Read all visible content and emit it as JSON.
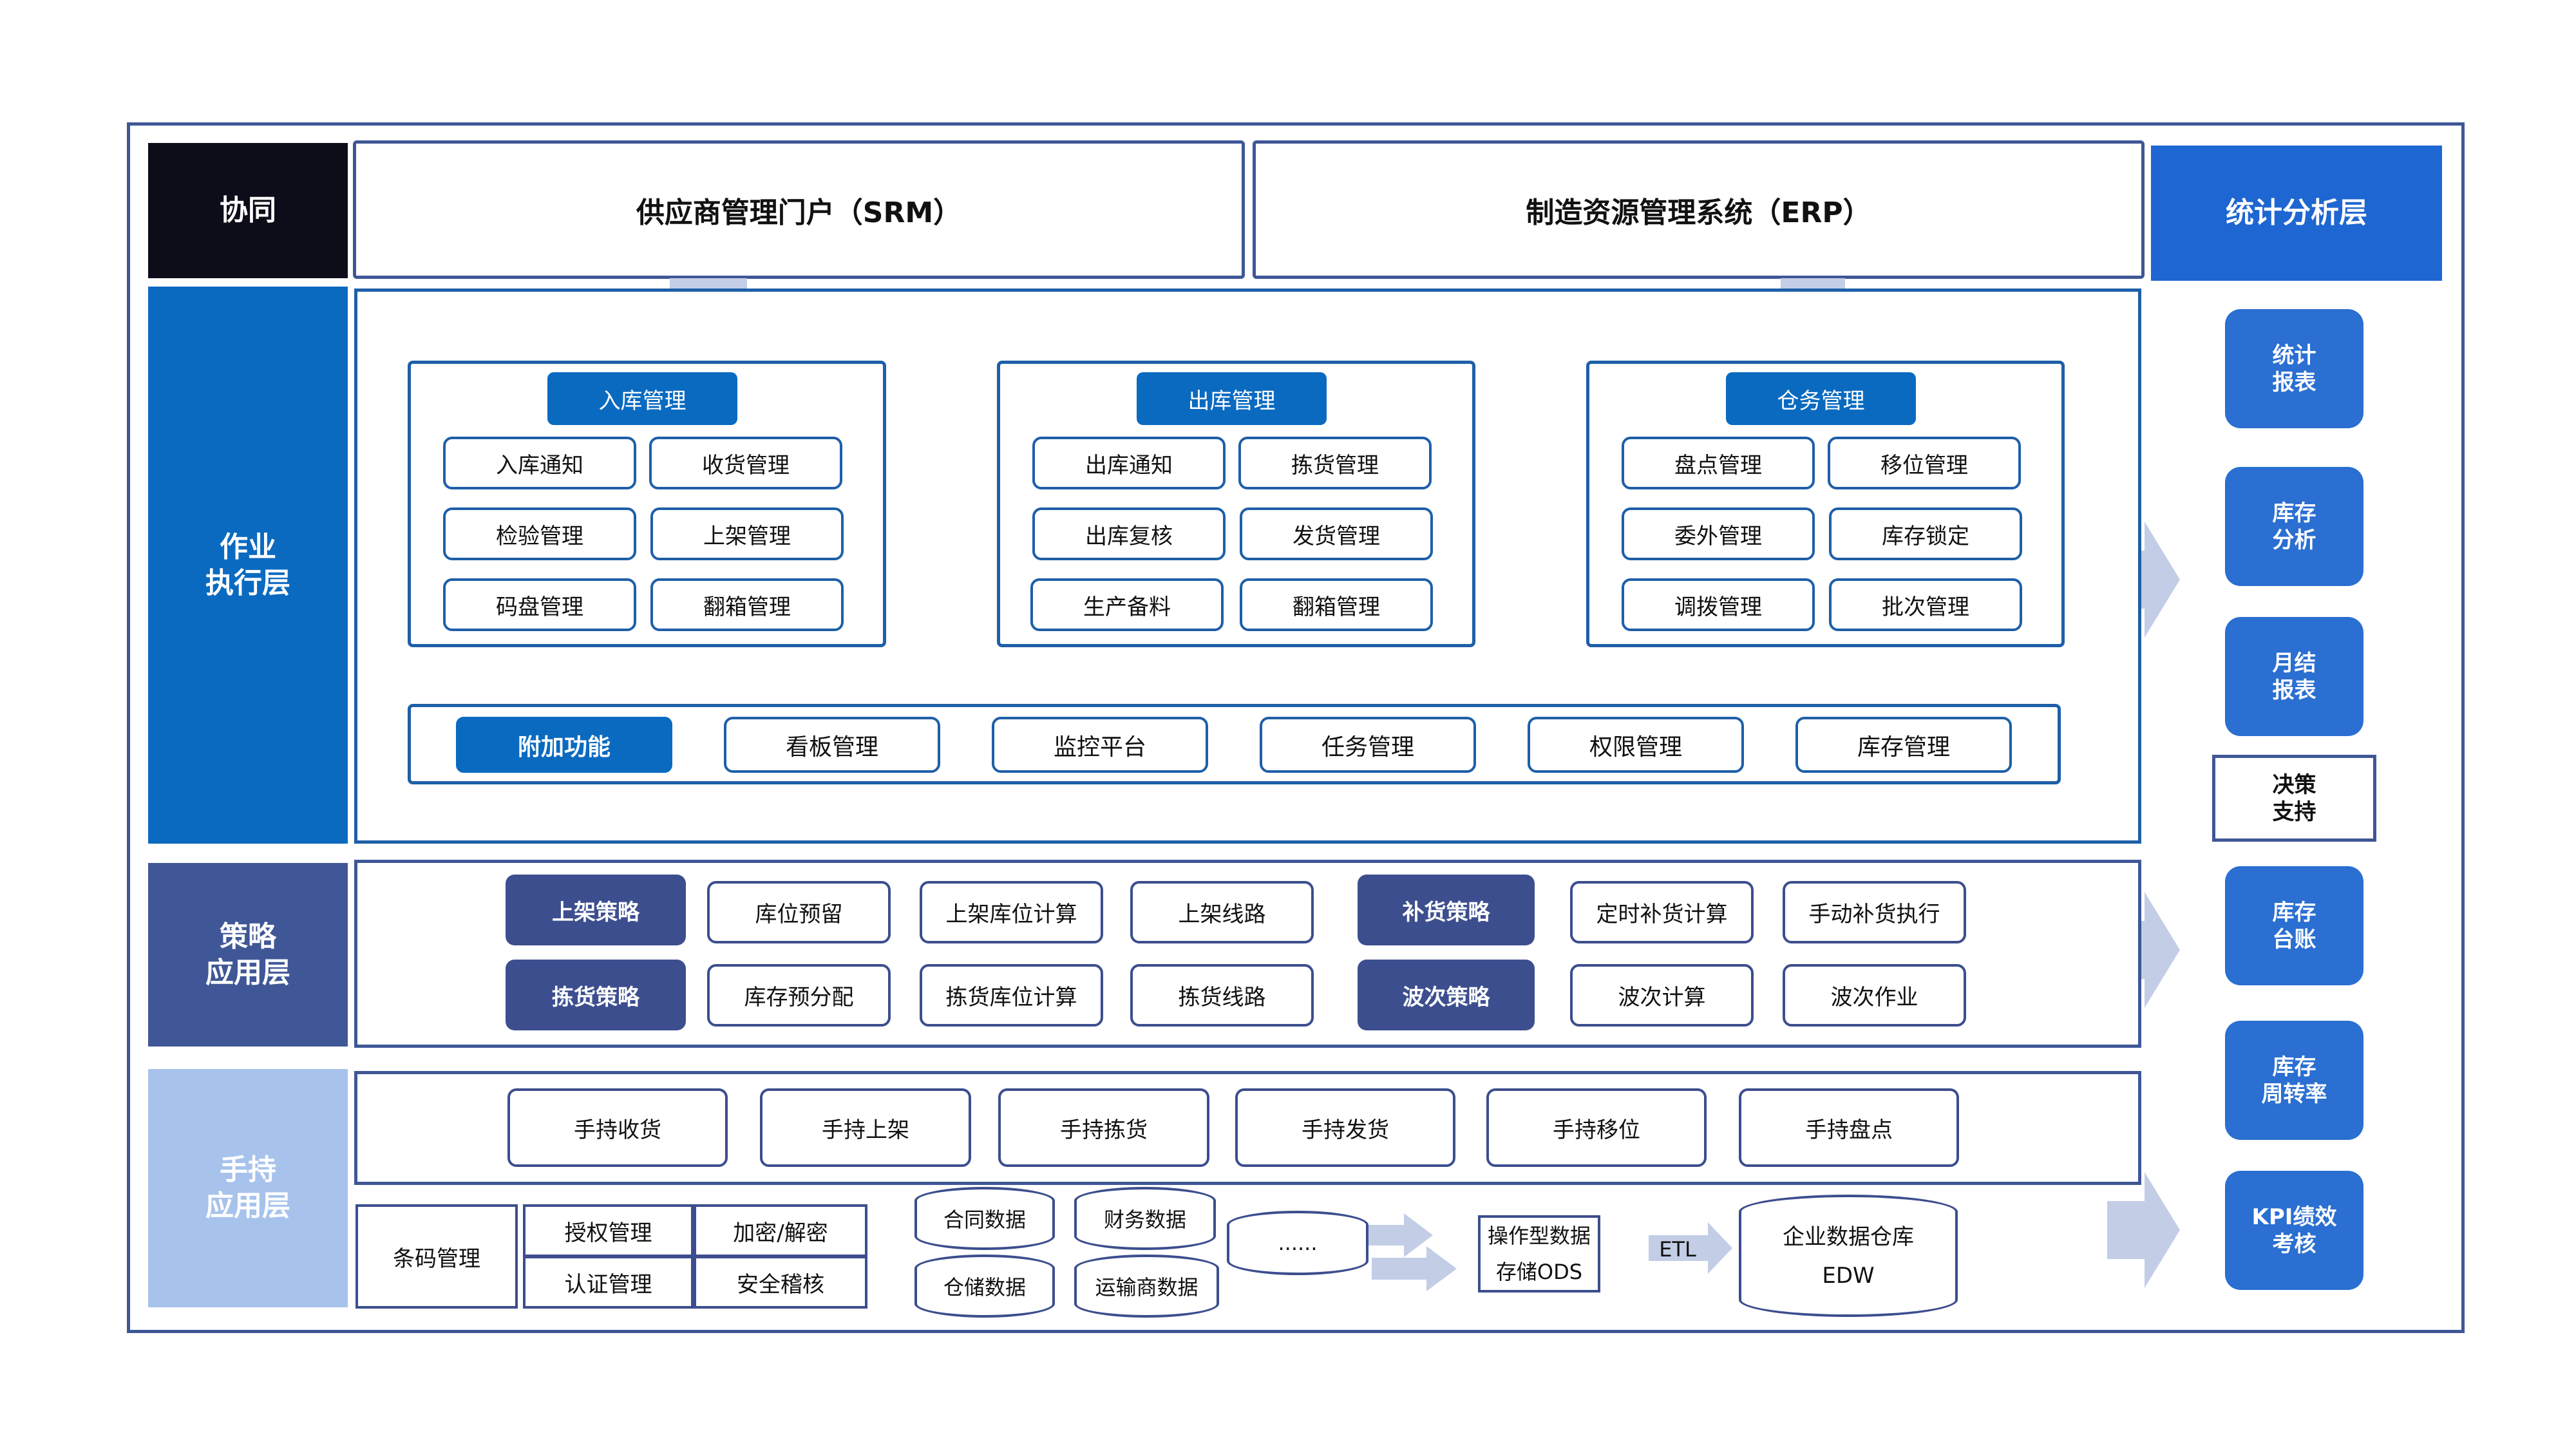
{
  "layers": {
    "collab": "协同",
    "exec": "作业\n执行层",
    "strategy": "策略\n应用层",
    "handheld": "手持\n应用层",
    "stats": "统计分析层"
  },
  "top": {
    "srm": "供应商管理门户（SRM）",
    "erp": "制造资源管理系统（ERP）"
  },
  "modules": [
    {
      "title": "入库管理",
      "items": [
        "入库通知",
        "收货管理",
        "检验管理",
        "上架管理",
        "码盘管理",
        "翻箱管理"
      ]
    },
    {
      "title": "出库管理",
      "items": [
        "出库通知",
        "拣货管理",
        "出库复核",
        "发货管理",
        "生产备料",
        "翻箱管理"
      ]
    },
    {
      "title": "仓务管理",
      "items": [
        "盘点管理",
        "移位管理",
        "委外管理",
        "库存锁定",
        "调拨管理",
        "批次管理"
      ]
    }
  ],
  "addon": {
    "title": "附加功能",
    "items": [
      "看板管理",
      "监控平台",
      "任务管理",
      "权限管理",
      "库存管理"
    ]
  },
  "strategy": {
    "putaway": {
      "title": "上架策略",
      "items": [
        "库位预留",
        "上架库位计算",
        "上架线路"
      ]
    },
    "replenish": {
      "title": "补货策略",
      "items": [
        "定时补货计算",
        "手动补货执行"
      ]
    },
    "picking": {
      "title": "拣货策略",
      "items": [
        "库存预分配",
        "拣货库位计算",
        "拣货线路"
      ]
    },
    "wave": {
      "title": "波次策略",
      "items": [
        "波次计算",
        "波次作业"
      ]
    }
  },
  "handheld": [
    "手持收货",
    "手持上架",
    "手持拣货",
    "手持发货",
    "手持移位",
    "手持盘点"
  ],
  "infra": {
    "barcode": "条码管理",
    "auth": "授权管理",
    "crypto": "加密/解密",
    "cert": "认证管理",
    "audit": "安全稽核"
  },
  "data": {
    "contract": "合同数据",
    "finance": "财务数据",
    "warehouse": "仓储数据",
    "carrier": "运输商数据",
    "more": "......",
    "ods_line1": "操作型数据",
    "ods_line2": "存储ODS",
    "etl": "ETL",
    "edw_line1": "企业数据仓库",
    "edw_line2": "EDW"
  },
  "stats": {
    "report": "统计\n报表",
    "inventory_analysis": "库存\n分析",
    "monthly": "月结\n报表",
    "decision": "决策\n支持",
    "ledger": "库存\n台账",
    "turnover": "库存\n周转率",
    "kpi": "KPI绩效\n考核"
  },
  "colors": {
    "collab": "#0d0d1a",
    "exec": "#0a6ac0",
    "strategy": "#3f5796",
    "handheld": "#a7c3ec",
    "stats": "#1e66d1",
    "arrow": "#c3cde6"
  }
}
